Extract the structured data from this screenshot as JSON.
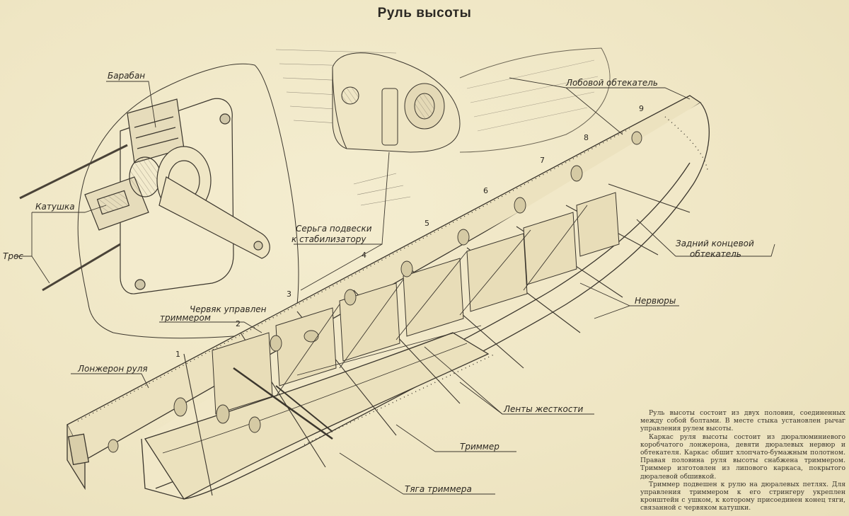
{
  "title": "Руль высоты",
  "labels": {
    "drum": "Барабан",
    "reel": "Катушка",
    "cable": "Трос",
    "front_fairing": "Лобовой обтекатель",
    "hinge_shackle_line1": "Серьга подвески",
    "hinge_shackle_line2": "к стабилизатору",
    "worm_line1": "Червяк управлен",
    "worm_line2": "триммером",
    "spar": "Лонжерон руля",
    "rear_fairing_line1": "Задний концевой",
    "rear_fairing_line2": "обтекатель",
    "ribs": "Нервюры",
    "stiffener_tapes": "Ленты жесткости",
    "trimmer": "Триммер",
    "trimmer_rod": "Тяга триммера"
  },
  "rib_numbers": [
    "1",
    "2",
    "3",
    "4",
    "5",
    "6",
    "7",
    "8",
    "9"
  ],
  "description": [
    "Руль высоты состоит из двух половин, соединенных между собой болтами. В месте стыка установлен рычаг управления рулем высоты.",
    "Каркас руля высоты состоит из дюралюминиевого коробчатого лонжерона, девяти дюралевых нервюр и обтекателя. Каркас обшит хлопчато-бумажным полотном. Правая половина руля высоты снабжена триммером. Триммер изготовлен из липового каркаса, покрытого дюралевой обшивкой.",
    "Триммер подвешен к рулю на дюралевых петлях. Для управления триммером к его стрингеру укреплен кронштейн с ушком, к которому присоединен конец тяги, связанной с червяком катушки."
  ]
}
